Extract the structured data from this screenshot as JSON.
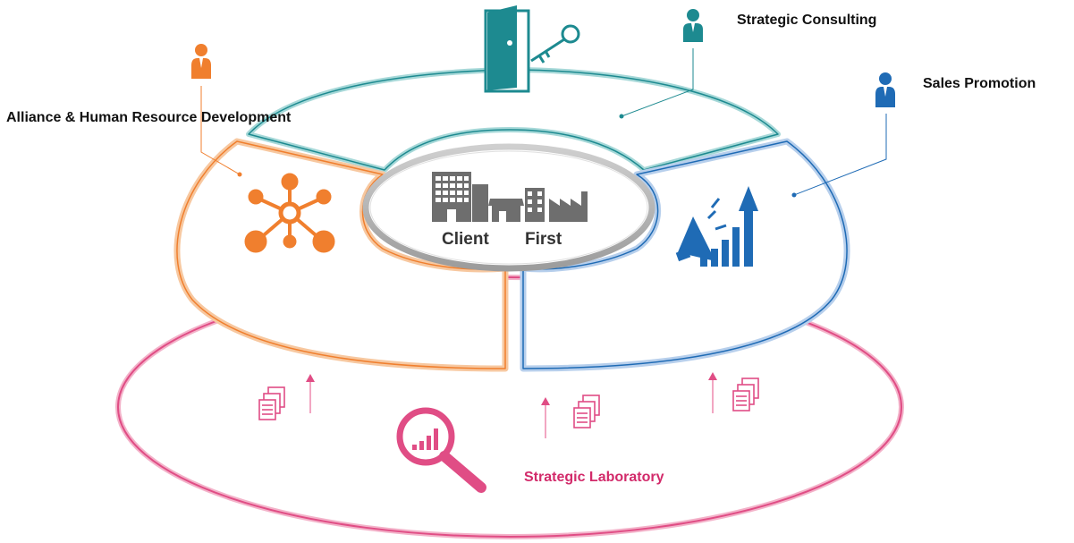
{
  "diagram": {
    "center": {
      "word1": "Client",
      "word2": "First"
    },
    "labels": {
      "strategic_consulting": "Strategic Consulting",
      "sales_promotion": "Sales Promotion",
      "alliance": "Alliance & Human Resource Development",
      "strategic_laboratory": "Strategic Laboratory"
    },
    "colors": {
      "teal": "#1d8a90",
      "orange": "#f07f2e",
      "blue": "#1f6bb5",
      "pink": "#e04d85",
      "gray": "#6e6e6e"
    },
    "icons": [
      "person-icon",
      "door-key-icon",
      "network-hub-icon",
      "megaphone-growth-icon",
      "magnifier-chart-icon",
      "documents-icon",
      "up-arrow-icon",
      "buildings-icon"
    ]
  }
}
